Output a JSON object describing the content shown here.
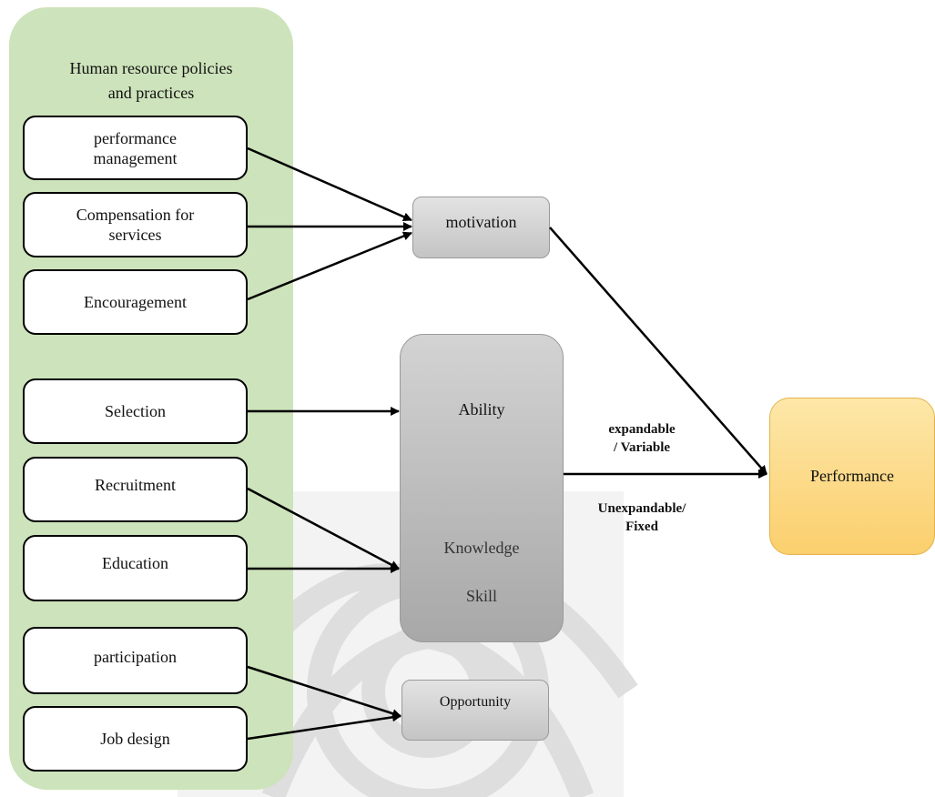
{
  "panel": {
    "title_line1": "Human resource policies",
    "title_line2": "and practices"
  },
  "hr_items": [
    {
      "line1": "performance",
      "line2": "management"
    },
    {
      "line1": "Compensation for",
      "line2": "services"
    },
    {
      "line1": "Encouragement",
      "line2": ""
    },
    {
      "line1": "Selection",
      "line2": ""
    },
    {
      "line1": "Recruitment",
      "line2": ""
    },
    {
      "line1": "Education",
      "line2": ""
    },
    {
      "line1": "participation",
      "line2": ""
    },
    {
      "line1": "Job design",
      "line2": ""
    }
  ],
  "mediators": {
    "motivation": "motivation",
    "ability": "Ability",
    "knowledge": "Knowledge",
    "skill": "Skill",
    "opportunity": "Opportunity"
  },
  "outcome": "Performance",
  "notes": {
    "variable_line1": "expandable",
    "variable_line2": "/ Variable",
    "fixed_line1": "Unexpandable/",
    "fixed_line2": "Fixed"
  },
  "colors": {
    "panel": "#cde3bb",
    "performance": "#fbcf6d",
    "mediator": "#c4c4c4"
  }
}
